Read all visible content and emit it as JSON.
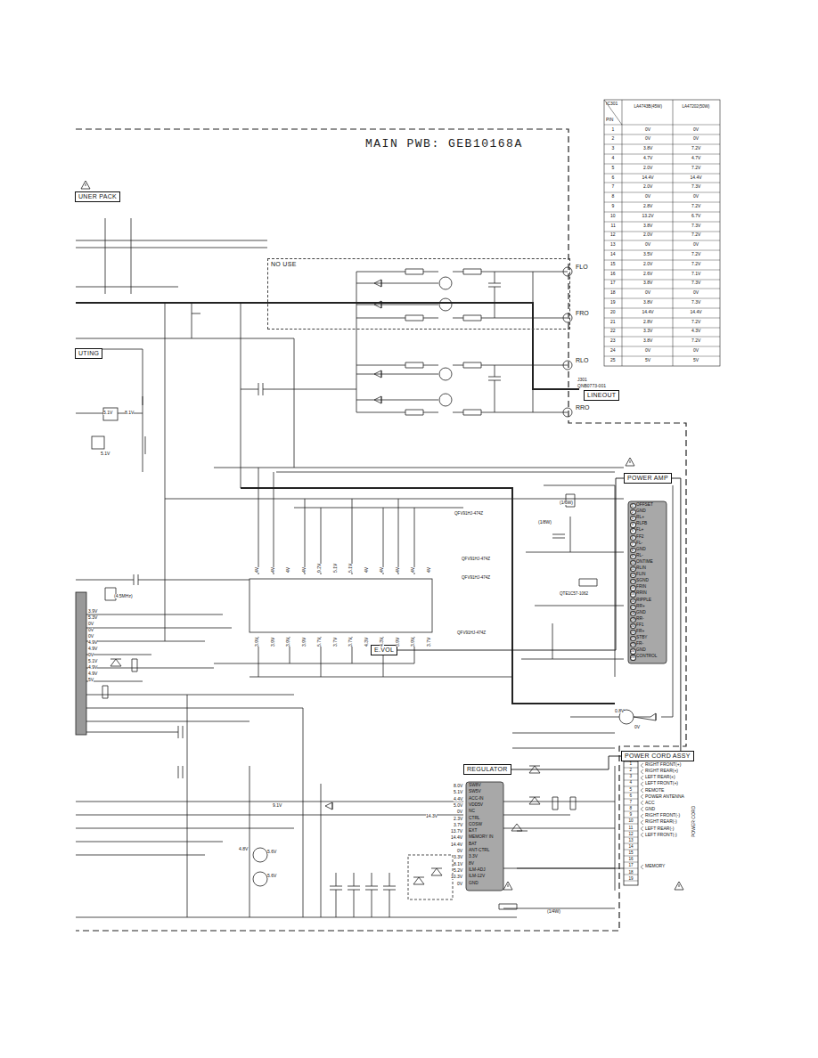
{
  "diagram": {
    "title": "MAIN PWB: GEB10168A",
    "nodes": [
      {
        "text": [
          "UNER PACK"
        ]
      },
      {
        "text": [
          "UTING"
        ]
      },
      {
        "text": [
          "NO USE"
        ]
      },
      {
        "text": [
          "LINEOUT"
        ]
      },
      {
        "text": [
          "POWER AMP"
        ]
      },
      {
        "text": [
          "E.VOL"
        ]
      },
      {
        "text": [
          "REGULATOR"
        ]
      },
      {
        "text": [
          "POWER CORD ASSY"
        ]
      }
    ],
    "edges": [
      {
        "from": 5,
        "to": 4,
        "arrow": "none"
      },
      {
        "from": 6,
        "to": 7,
        "arrow": "none"
      },
      {
        "from": 4,
        "to": 7,
        "arrow": "none"
      }
    ],
    "labels": [
      "IC301",
      "PIN",
      "LA4743B(45W)",
      "LA47202(50W)",
      "1",
      "0V",
      "0V",
      "2",
      "0V",
      "0V",
      "3",
      "3.8V",
      "7.2V",
      "4",
      "4.7V",
      "4.7V",
      "5",
      "2.0V",
      "7.2V",
      "6",
      "14.4V",
      "14.4V",
      "7",
      "2.0V",
      "7.3V",
      "8",
      "0V",
      "0V",
      "9",
      "2.8V",
      "7.2V",
      "10",
      "13.2V",
      "6.7V",
      "11",
      "3.8V",
      "7.3V",
      "12",
      "2.0V",
      "7.2V",
      "13",
      "0V",
      "0V",
      "14",
      "3.5V",
      "7.2V",
      "15",
      "2.0V",
      "7.2V",
      "16",
      "2.6V",
      "7.1V",
      "17",
      "3.8V",
      "7.3V",
      "18",
      "0V",
      "0V",
      "19",
      "3.8V",
      "7.3V",
      "20",
      "14.4V",
      "14.4V",
      "21",
      "2.8V",
      "7.2V",
      "22",
      "3.3V",
      "4.3V",
      "23",
      "3.8V",
      "7.2V",
      "24",
      "0V",
      "0V",
      "25",
      "5V",
      "5V",
      "1",
      "OFFSET",
      "2",
      "GND",
      "3",
      "RL+",
      "4",
      "RLFB",
      "5",
      "FL+",
      "6",
      "FF2",
      "7",
      "FL-",
      "8",
      "GND",
      "9",
      "RL-",
      "10",
      "ONTIME",
      "11",
      "RLIN",
      "12",
      "FLIN",
      "13",
      "SGND",
      "14",
      "FRIN",
      "15",
      "RRIN",
      "16",
      "RIPPLE",
      "17",
      "RR+",
      "18",
      "GND",
      "19",
      "RR-",
      "20",
      "FF1",
      "21",
      "FR+",
      "22",
      "STBY",
      "23",
      "FR-",
      "24",
      "GND",
      "25",
      "CONTROL",
      "1",
      "2",
      "3",
      "4",
      "5",
      "6",
      "7",
      "8",
      "9",
      "10",
      "11",
      "12",
      "13",
      "14",
      "15",
      "16",
      "17",
      "18",
      "19",
      "RIGHT FRONT(+)",
      "RIGHT REAR(+)",
      "LEFT REAR(+)",
      "LEFT FRONT(+)",
      "REMOTE",
      "POWER ANTENNA",
      "ACC",
      "GND",
      "RIGHT FRONT(-)",
      "RIGHT REAR(-)",
      "LEFT REAR(-)",
      "LEFT FRONT(-)",
      "MEMORY",
      "POWER CORD",
      "8.0V",
      "SW8V",
      "5.1V",
      "SW5V",
      "4.4V",
      "ACC-IN",
      "5.0V",
      "VDD5V",
      "0V",
      "NC",
      "2.3V",
      "CTRL",
      "3.7V",
      "COSW",
      "13.7V",
      "EXT",
      "14.4V",
      "MEMORY IN",
      "14.4V",
      "BAT",
      "0V",
      "ANT-CTRL",
      "3.3V",
      "3.3V",
      "8.1V",
      "8V",
      "5.2V",
      "ILM-ADJ",
      "10.3V",
      "ILM-12V",
      "0V",
      "GND",
      "4V",
      "4V",
      "4V",
      "4V",
      "9.2V",
      "5.1V",
      "5.1V",
      "4V",
      "4V",
      "4V",
      "4V",
      "4V",
      "3.9V",
      "3.9V",
      "3.9V",
      "3.9V",
      "5.7V",
      "3.7V",
      "3.7V",
      "4.3V",
      "4.3V",
      "3.9V",
      "3.9V",
      "3.7V",
      "3.9V",
      "5.3V",
      "0V",
      "0V",
      "0V",
      "4.9V",
      "4.9V",
      "0V",
      "5.1V",
      "4.9V",
      "4.9V",
      "5V",
      "J301",
      "QNB0773-001",
      "FLO",
      "FRO",
      "RLO",
      "RRO",
      "(4.5MHz)",
      "(1/6W)",
      "(1/8W)",
      "(1/4W)",
      "QFV91HJ-474Z",
      "QFV91HJ-474Z",
      "QFV91HJ-474Z",
      "QFV91HJ-474Z",
      "QTE1C57-1062",
      "5.1V",
      "8.1V",
      "5.1V",
      "4.8V",
      "5.6V",
      "5.6V",
      "9.1V",
      "14.3V",
      "0.8V",
      "0V"
    ]
  }
}
